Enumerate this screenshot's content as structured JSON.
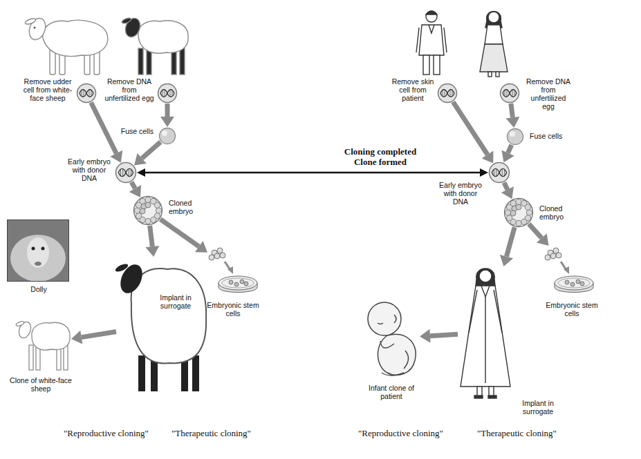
{
  "diagram": {
    "nodes": [
      {
        "text": [
          "Remove udder cell from white-face sheep"
        ]
      },
      {
        "text": [
          "Remove DNA from unfertilized egg"
        ]
      },
      {
        "text": [
          "Fuse cells"
        ]
      },
      {
        "text": [
          "Early embryo with donor DNA"
        ]
      },
      {
        "text": [
          "Cloned embryo"
        ]
      },
      {
        "text": [
          "Implant in surrogate"
        ]
      },
      {
        "text": [
          "Embryonic stem cells"
        ]
      },
      {
        "text": [
          "Clone of white-face sheep"
        ]
      },
      {
        "text": [
          "Dolly"
        ]
      },
      {
        "text": [
          "Remove skin cell from patient"
        ]
      },
      {
        "text": [
          "Remove DNA from unfertilized egg"
        ]
      },
      {
        "text": [
          "Fuse cells"
        ]
      },
      {
        "text": [
          "Early embryo with donor DNA"
        ]
      },
      {
        "text": [
          "Cloned embryo"
        ]
      },
      {
        "text": [
          "Implant in surrogate"
        ]
      },
      {
        "text": [
          "Embryonic stem cells"
        ]
      },
      {
        "text": [
          "Infant clone of patient"
        ]
      }
    ],
    "edges": [
      {
        "from": 0,
        "to": 3,
        "arrow": "to"
      },
      {
        "from": 1,
        "to": 2,
        "arrow": "to"
      },
      {
        "from": 2,
        "to": 3,
        "arrow": "to"
      },
      {
        "from": 3,
        "to": 4,
        "arrow": "to"
      },
      {
        "from": 4,
        "to": 5,
        "arrow": "to"
      },
      {
        "from": 4,
        "to": 6,
        "arrow": "to"
      },
      {
        "from": 5,
        "to": 7,
        "arrow": "to"
      },
      {
        "from": 3,
        "to": 12,
        "label": "Cloning completed Clone formed",
        "arrow": "both"
      },
      {
        "from": 9,
        "to": 12,
        "arrow": "to"
      },
      {
        "from": 10,
        "to": 11,
        "arrow": "to"
      },
      {
        "from": 11,
        "to": 12,
        "arrow": "to"
      },
      {
        "from": 12,
        "to": 13,
        "arrow": "to"
      },
      {
        "from": 13,
        "to": 14,
        "arrow": "to"
      },
      {
        "from": 13,
        "to": 15,
        "arrow": "to"
      },
      {
        "from": 14,
        "to": 16,
        "arrow": "to"
      }
    ],
    "labels": [
      "\"Reproductive cloning\"",
      "\"Therapeutic cloning\"",
      "\"Reproductive cloning\"",
      "\"Therapeutic cloning\""
    ]
  }
}
